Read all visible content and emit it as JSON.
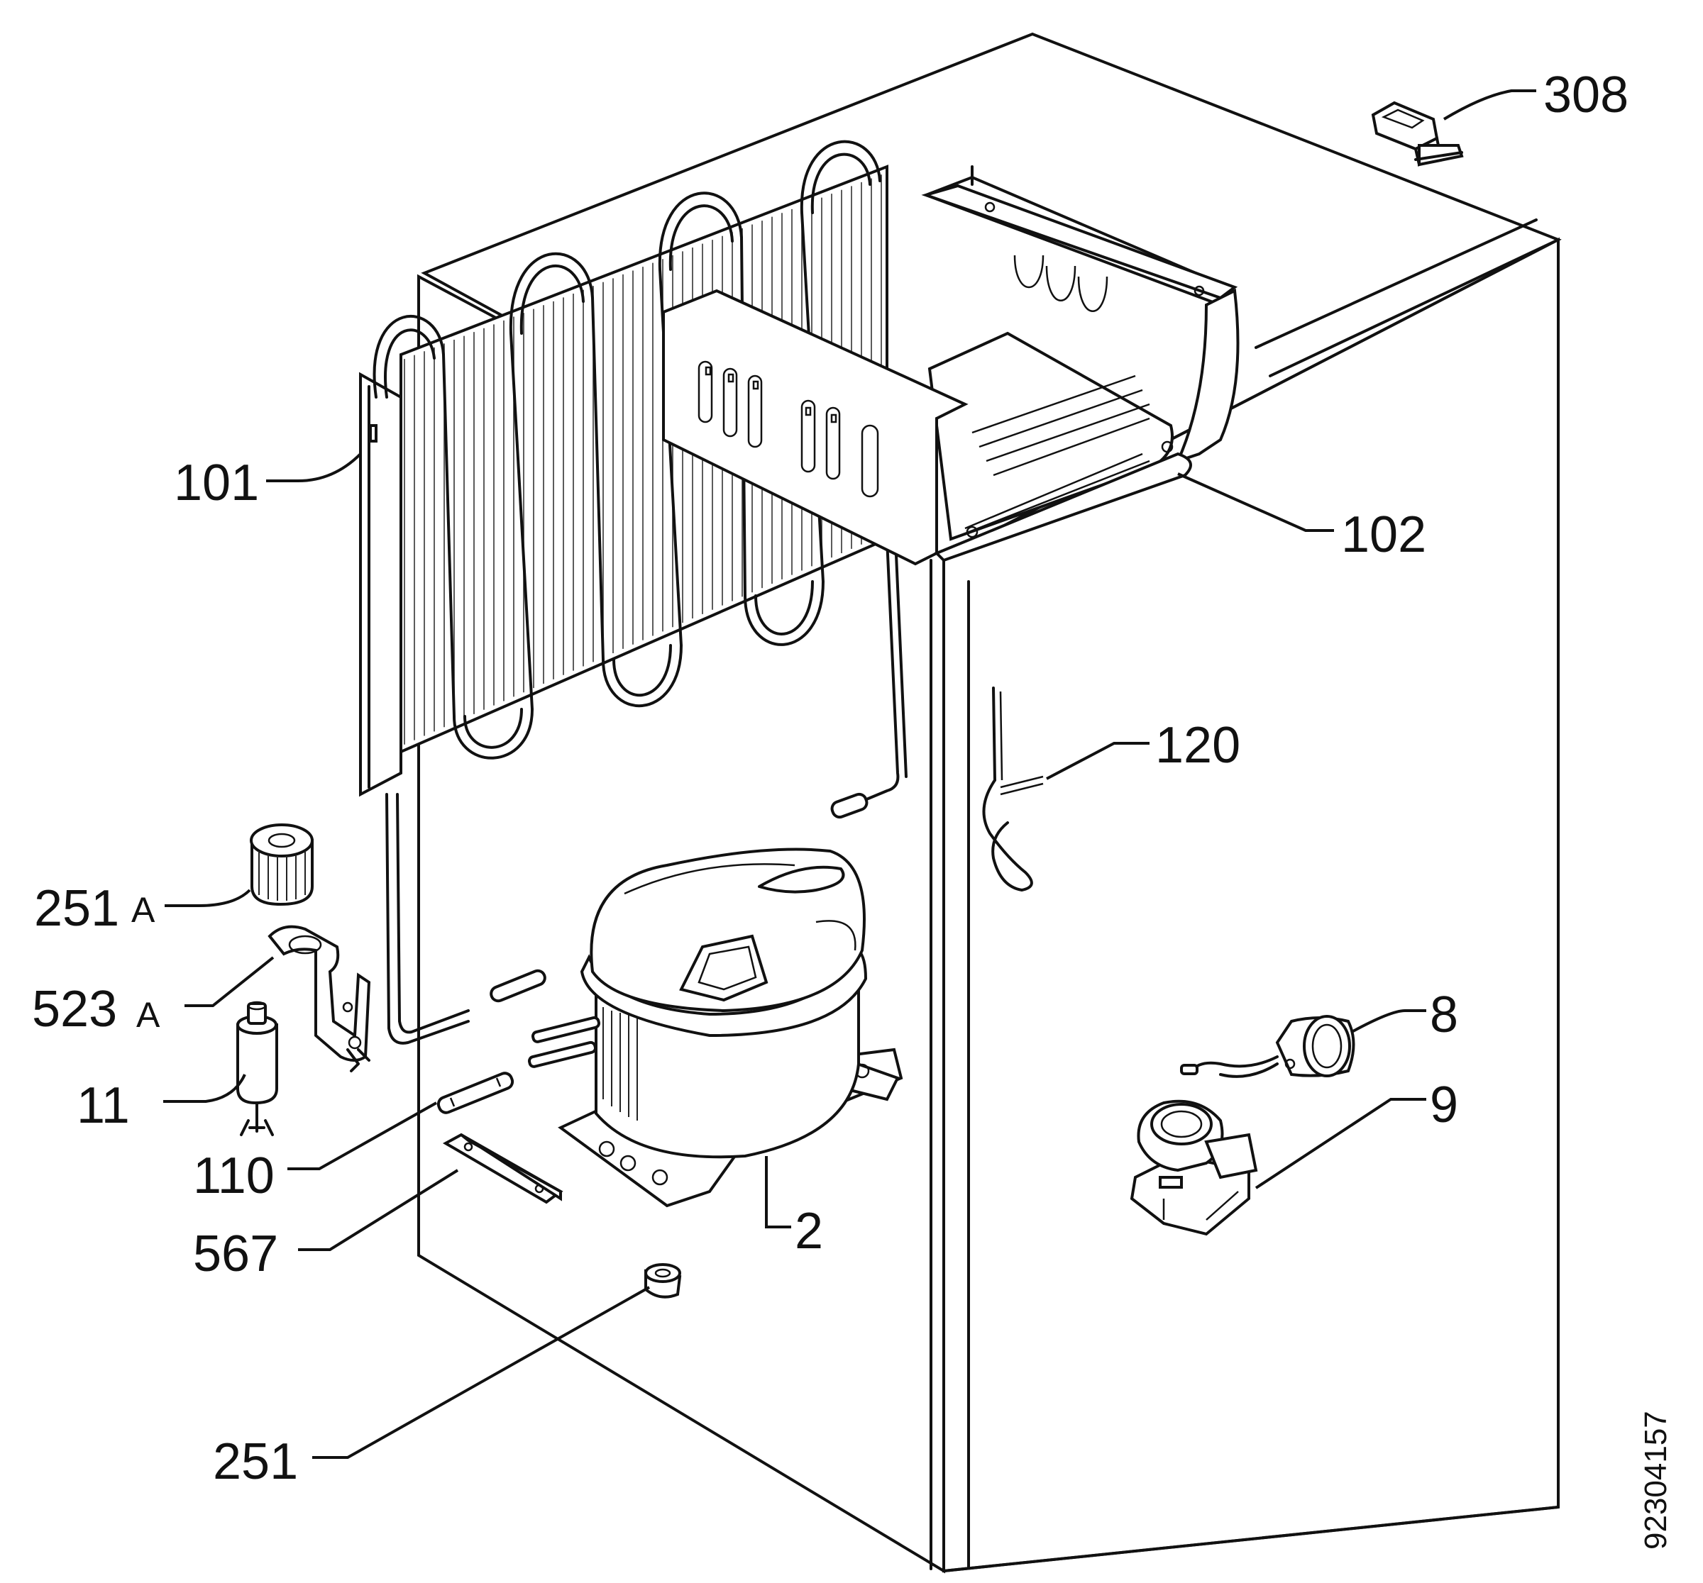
{
  "diagram": {
    "labels": [
      {
        "id": "308",
        "text": "308"
      },
      {
        "id": "101",
        "text": "101"
      },
      {
        "id": "102",
        "text": "102"
      },
      {
        "id": "120",
        "text": "120"
      },
      {
        "id": "251A",
        "text": "251",
        "suffix": "A"
      },
      {
        "id": "523A",
        "text": "523",
        "suffix": "A"
      },
      {
        "id": "11",
        "text": "11"
      },
      {
        "id": "110",
        "text": "110"
      },
      {
        "id": "567",
        "text": "567"
      },
      {
        "id": "2",
        "text": "2"
      },
      {
        "id": "8",
        "text": "8"
      },
      {
        "id": "9",
        "text": "9"
      },
      {
        "id": "251",
        "text": "251"
      }
    ],
    "document_number": "92304157"
  }
}
